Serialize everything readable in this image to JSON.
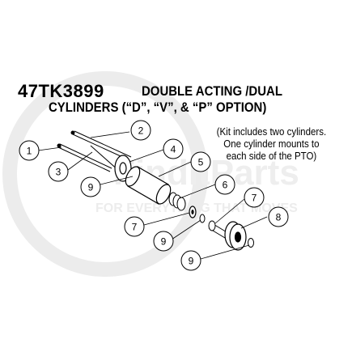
{
  "title": {
    "part_number": "47TK3899",
    "description_line1": "DOUBLE ACTING /DUAL",
    "description_line2": "CYLINDERS (“D”, “V”, & “P” OPTION)"
  },
  "note": {
    "line1": "(Kit includes two cylinders.",
    "line2": "One cylinder mounts to",
    "line3": "each side of the PTO)"
  },
  "watermark": {
    "brand": "FinditParts",
    "tagline": "FOR EVERYTHING THAT MOVES"
  },
  "callouts": {
    "c1": "1",
    "c2": "2",
    "c3": "3",
    "c4": "4",
    "c5": "5",
    "c6": "6",
    "c7a": "7",
    "c7b": "7",
    "c8": "8",
    "c9a": "9",
    "c9b": "9",
    "c9c": "9"
  },
  "colors": {
    "watermark_gray": "#ececec",
    "watermark_red": "#f6d3d3",
    "line": "#000000"
  }
}
